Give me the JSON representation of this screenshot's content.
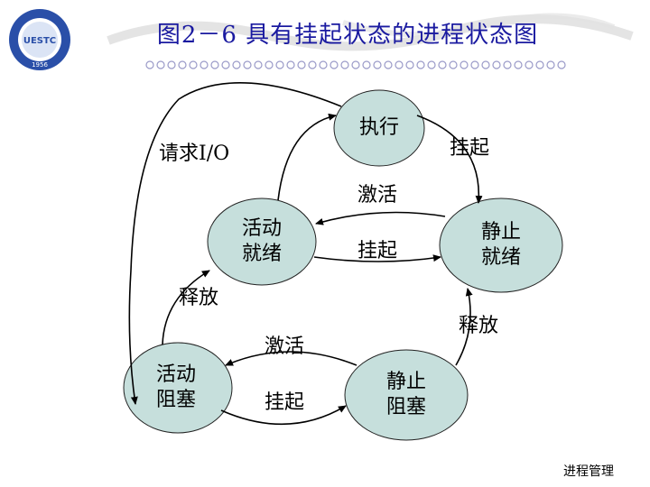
{
  "title": "图2－6  具有挂起状态的进程状态图",
  "logo": {
    "text": "UESTC",
    "year": "1956"
  },
  "nodes": {
    "running": "执行",
    "active_ready": [
      "活动",
      "就绪"
    ],
    "static_ready": [
      "静止",
      "就绪"
    ],
    "active_blocked": [
      "活动",
      "阻塞"
    ],
    "static_blocked": [
      "静止",
      "阻塞"
    ]
  },
  "edges": {
    "request_io": "请求I/O",
    "suspend_top": "挂起",
    "activate_top": "激活",
    "suspend_mid": "挂起",
    "release_left": "释放",
    "release_right": "释放",
    "activate_bottom": "激活",
    "suspend_bottom": "挂起"
  },
  "footer": "进程管理",
  "colors": {
    "node_fill": "#c6dfdc",
    "title": "#1a1aa0",
    "arrow": "#000000"
  }
}
